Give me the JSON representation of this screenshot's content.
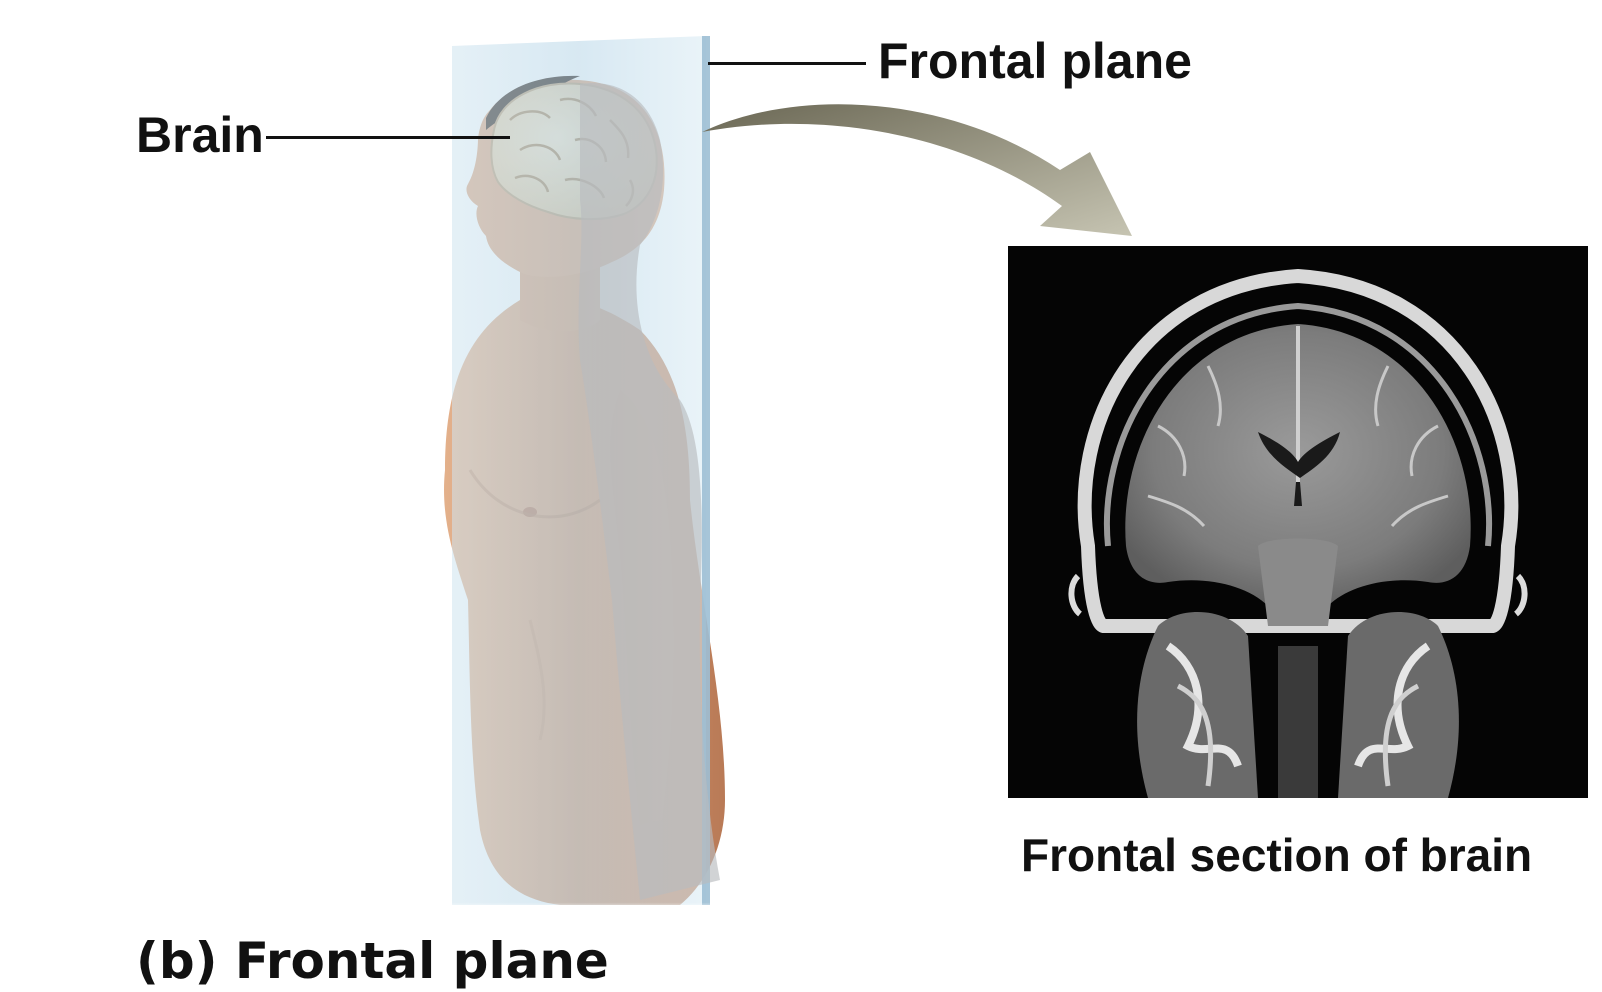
{
  "labels": {
    "frontal_plane": "Frontal plane",
    "brain": "Brain",
    "section": "Frontal section of brain",
    "caption": "(b) Frontal plane"
  },
  "colors": {
    "plane": "#bcd8e8",
    "skin": "#d9a27c",
    "brain": "#e8d2b4",
    "arrow": "#a9a692",
    "mri_background": "#050505"
  }
}
